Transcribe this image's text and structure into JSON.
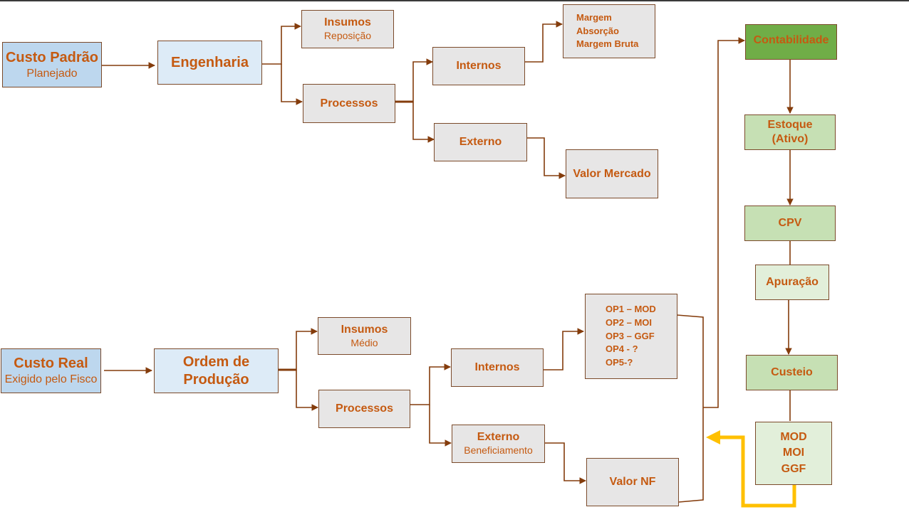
{
  "diagram": {
    "padrao": {
      "custo_padrao": {
        "title": "Custo Padrão",
        "sub": "Planejado"
      },
      "engenharia": "Engenharia",
      "insumos": {
        "title": "Insumos",
        "sub": "Reposição"
      },
      "processos": "Processos",
      "internos": "Internos",
      "margem": [
        "Margem",
        "Absorção",
        "Margem Bruta"
      ],
      "externo": "Externo",
      "valor_mercado": "Valor Mercado"
    },
    "real": {
      "custo_real": {
        "title": "Custo Real",
        "sub": "Exigido pelo Fisco"
      },
      "ordem": [
        "Ordem de",
        "Produção"
      ],
      "insumos": {
        "title": "Insumos",
        "sub": "Médio"
      },
      "processos": "Processos",
      "internos": "Internos",
      "ops": [
        "OP1 – MOD",
        "OP2 – MOI",
        "OP3 – GGF",
        "OP4 - ?",
        "OP5-?"
      ],
      "externo": {
        "title": "Externo",
        "sub": "Beneficiamento"
      },
      "valor_nf": "Valor NF"
    },
    "contabil": {
      "contabilidade": "Contabilidade",
      "estoque": [
        "Estoque",
        "(Ativo)"
      ],
      "cpv": "CPV",
      "apuracao": "Apuração",
      "custeio": "Custeio",
      "componentes": [
        "MOD",
        "MOI",
        "GGF"
      ]
    },
    "colors": {
      "text": "#c55a11",
      "line": "#843c0c",
      "highlight": "#ffc000",
      "gray_fill": "#e7e6e6",
      "blue_fill": "#bdd7ee",
      "light_blue_fill": "#ddebf7",
      "green_fill": "#c6e0b4",
      "light_green_fill": "#e2efda",
      "dark_green_fill": "#70ad47"
    }
  }
}
